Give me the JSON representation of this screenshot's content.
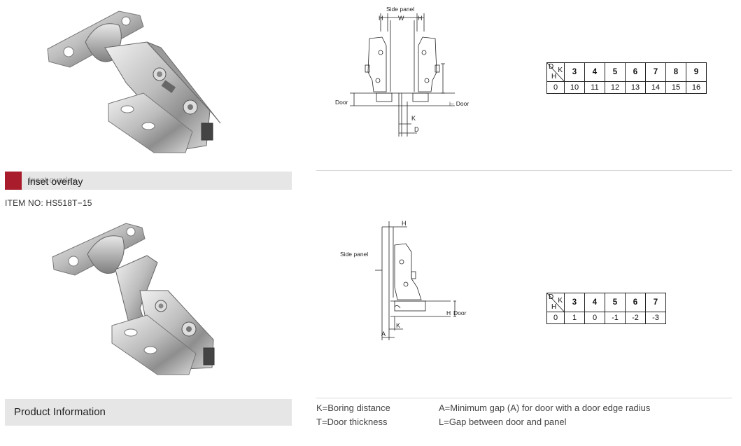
{
  "left": {
    "overlay_bar_label": "Inset overlay",
    "overlay_bar_ghost": "Inset overlay",
    "item_no": "ITEM NO: HS518T−15",
    "info_bar_label": "Product Information",
    "accent_color": "#a81c2b",
    "bar_color": "#e6e6e6"
  },
  "diagram1": {
    "label_side_panel": "Side panel",
    "label_h_left": "H",
    "label_w": "W",
    "label_h_right": "H",
    "label_door_left": "Door",
    "label_door_right": "⊢ Door",
    "label_k": "K",
    "label_d": "D"
  },
  "diagram2": {
    "label_h_top": "H",
    "label_side_panel": "Side panel",
    "label_door": "Door",
    "label_h_side": "H",
    "label_k": "K",
    "label_a": "A"
  },
  "table1": {
    "corner": {
      "d": "D",
      "k": "K",
      "h": "H"
    },
    "header": [
      "3",
      "4",
      "5",
      "6",
      "7",
      "8",
      "9"
    ],
    "row_label": "0",
    "row": [
      "10",
      "11",
      "12",
      "13",
      "14",
      "15",
      "16"
    ]
  },
  "table2": {
    "corner": {
      "d": "D",
      "k": "K",
      "h": "H"
    },
    "header": [
      "3",
      "4",
      "5",
      "6",
      "7"
    ],
    "row_label": "0",
    "row": [
      "1",
      "0",
      "-1",
      "-2",
      "-3"
    ]
  },
  "legend": {
    "k": "K=Boring distance",
    "t": "T=Door thickness",
    "a": "A=Minimum gap (A) for door with a door edge radius",
    "l": "L=Gap between door and panel"
  }
}
